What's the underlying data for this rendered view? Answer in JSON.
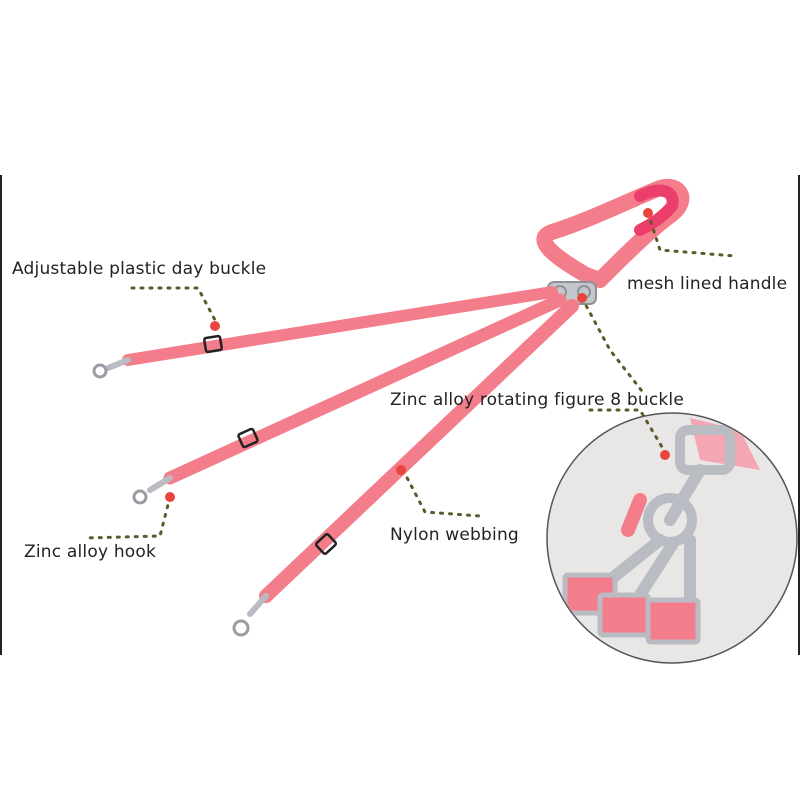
{
  "labels": {
    "buckle": "Adjustable plastic day buckle",
    "handle": "mesh lined handle",
    "figure8": "Zinc alloy rotating figure 8 buckle",
    "nylon": "Nylon webbing",
    "hook": "Zinc alloy hook"
  },
  "colors": {
    "strap": "#f47d8c",
    "strap_dark": "#e96578",
    "handle_inner": "#ec3e6a",
    "metal": "#b9bcc2",
    "marker": "#e8453c",
    "leader": "#5a5a2a",
    "zoom_bg": "#e9e7e6"
  }
}
